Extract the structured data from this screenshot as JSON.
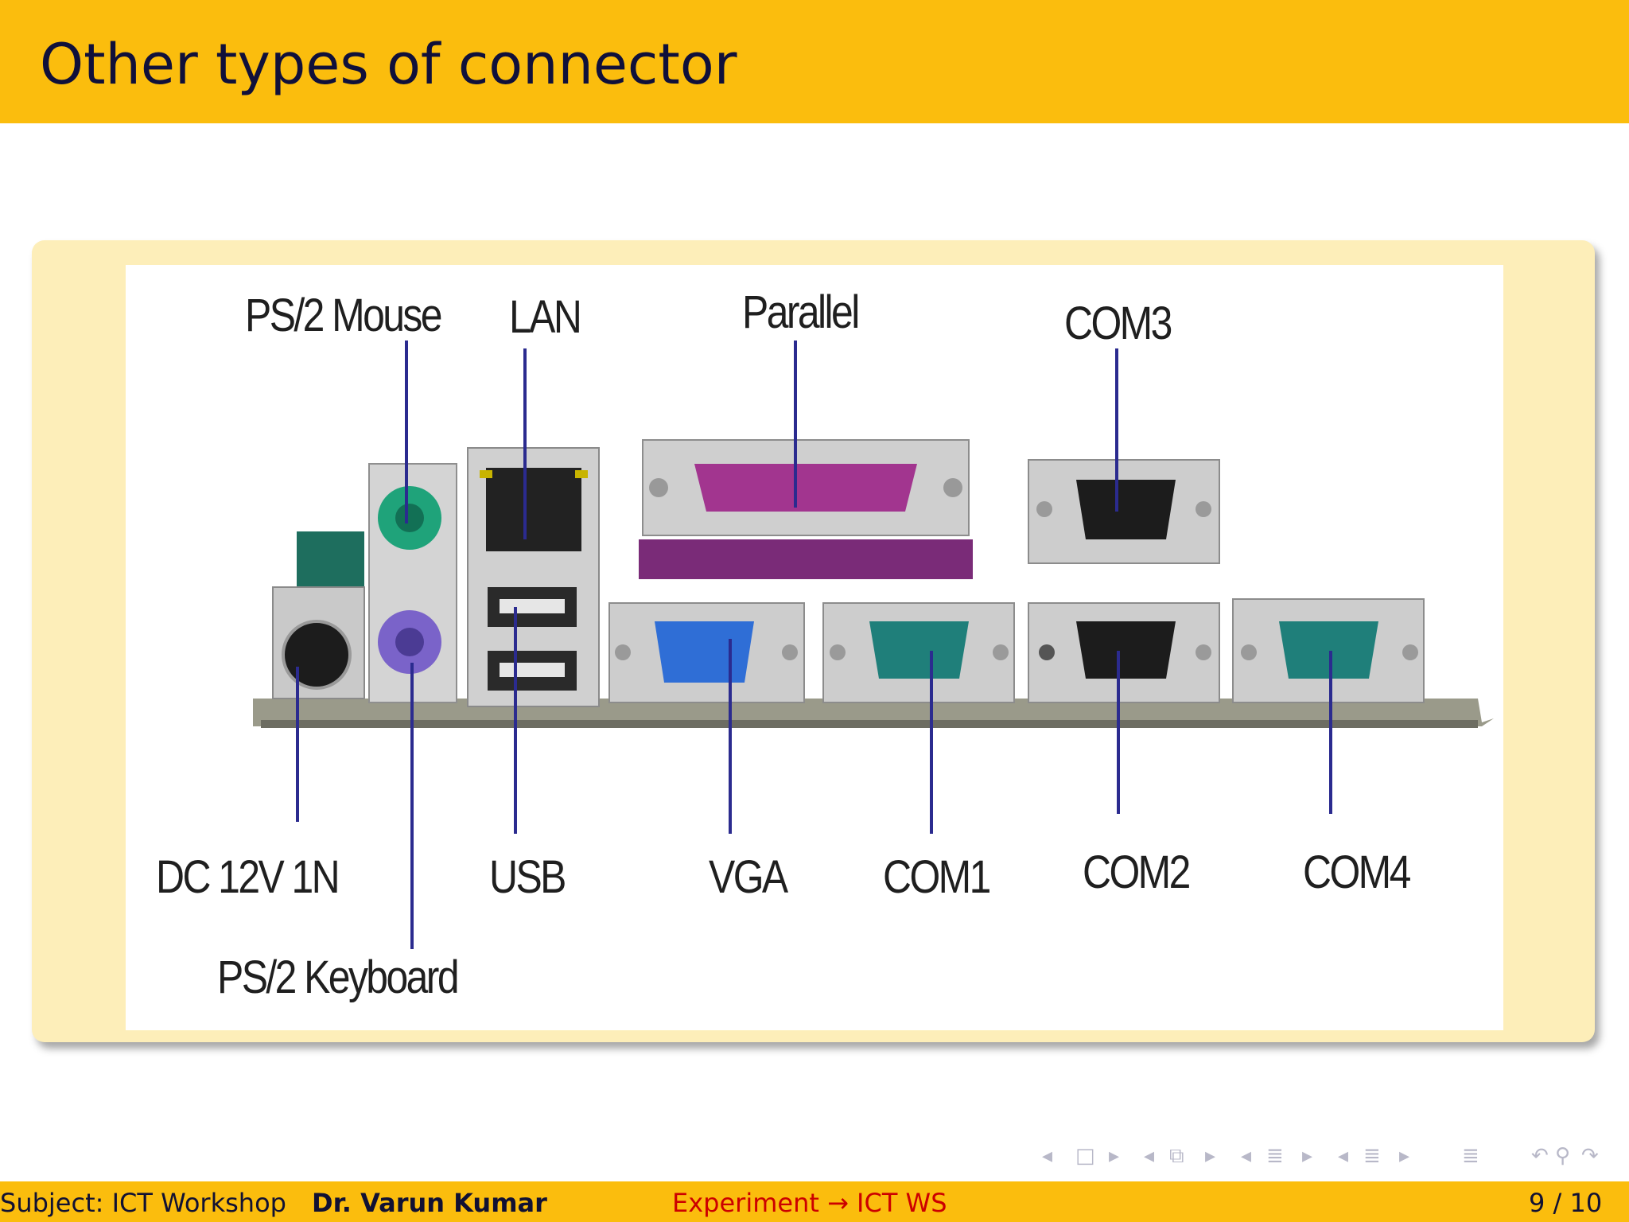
{
  "slide": {
    "title": "Other types of connector"
  },
  "figure": {
    "labels": {
      "ps2_mouse": "PS/2 Mouse",
      "lan": "LAN",
      "parallel": "Parallel",
      "com3": "COM3",
      "dc_power": "DC 12V 1N",
      "usb": "USB",
      "vga": "VGA",
      "com1": "COM1",
      "com2": "COM2",
      "com4": "COM4",
      "ps2_keyboard": "PS/2 Keyboard"
    },
    "colors": {
      "leader_line": "#2b2b8f",
      "ps2_mouse_port": "#1fa37a",
      "ps2_keyboard_port": "#7a63c9",
      "parallel_port": "#a2358f",
      "vga_port": "#2f6ed6",
      "serial_teal": "#1f7f7a",
      "serial_black": "#1c1c1c"
    }
  },
  "navigation": {
    "icons": [
      "prev-frame-icon",
      "frame-icon",
      "next-frame-icon",
      "prev-subsection-icon",
      "subsection-icon",
      "next-subsection-icon",
      "prev-section-icon",
      "section-icon",
      "next-section-icon",
      "align-icon",
      "undo-icon",
      "search-icon",
      "redo-icon"
    ]
  },
  "footer": {
    "subject": "Subject: ICT Workshop",
    "author": "Dr. Varun Kumar",
    "experiment": "Experiment → ICT WS",
    "page": "9 / 10",
    "colors": {
      "experiment_text": "#cc0000",
      "band": "#fbbd0d"
    }
  }
}
